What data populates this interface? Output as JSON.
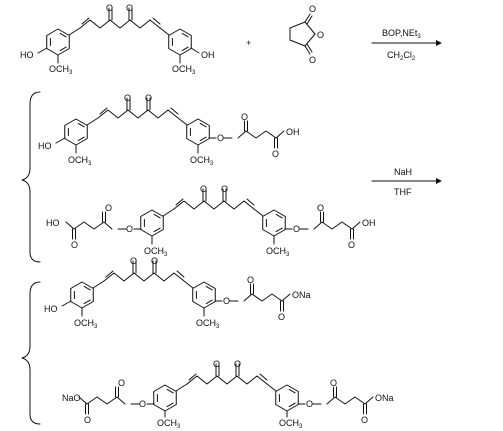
{
  "labels": {
    "plus": "+",
    "step1_reagent": "BOP,NEt",
    "step1_reagent_sub": "3",
    "step1_solvent": "CH",
    "step1_solvent_sub": "2",
    "step1_solvent_mid": "Cl",
    "step1_solvent_sub2": "2",
    "step2_reagent": "NaH",
    "step2_solvent": "THF",
    "oxygen": "O",
    "hydroxyl": "HO",
    "hydroxyl_right": "OH",
    "methoxy": "OCH",
    "methoxy_sub": "3",
    "sodium_carboxylate": "ONa",
    "sodium_carboxylate_left": "NaO"
  }
}
